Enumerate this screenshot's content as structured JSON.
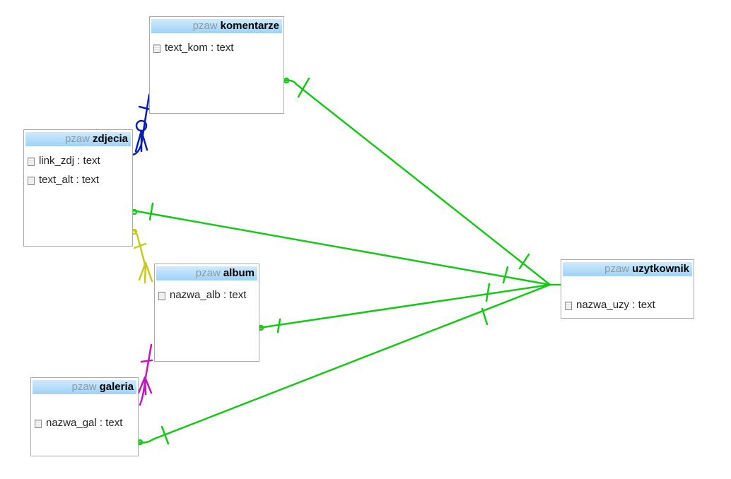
{
  "tables": [
    {
      "id": "komentarze",
      "prefix": "pzaw",
      "name": "komentarze",
      "columns": [
        {
          "name": "text_kom",
          "type": "text"
        }
      ]
    },
    {
      "id": "zdjecia",
      "prefix": "pzaw",
      "name": "zdjecia",
      "columns": [
        {
          "name": "link_zdj",
          "type": "text"
        },
        {
          "name": "text_alt",
          "type": "text"
        }
      ]
    },
    {
      "id": "album",
      "prefix": "pzaw",
      "name": "album",
      "columns": [
        {
          "name": "nazwa_alb",
          "type": "text"
        }
      ]
    },
    {
      "id": "galeria",
      "prefix": "pzaw",
      "name": "galeria",
      "columns": [
        {
          "name": "nazwa_gal",
          "type": "text"
        }
      ]
    },
    {
      "id": "uzytkownik",
      "prefix": "pzaw",
      "name": "uzytkownik",
      "columns": [
        {
          "name": "nazwa_uzy",
          "type": "text"
        }
      ]
    }
  ],
  "relations": [
    {
      "from": "komentarze",
      "to": "zdjecia",
      "color": "#0a1fb0"
    },
    {
      "from": "zdjecia",
      "to": "album",
      "color": "#c8c81e"
    },
    {
      "from": "album",
      "to": "galeria",
      "color": "#c018c0"
    },
    {
      "from": "komentarze",
      "to": "uzytkownik",
      "color": "#14c814"
    },
    {
      "from": "zdjecia",
      "to": "uzytkownik",
      "color": "#14c814"
    },
    {
      "from": "album",
      "to": "uzytkownik",
      "color": "#14c814"
    },
    {
      "from": "galeria",
      "to": "uzytkownik",
      "color": "#14c814"
    }
  ]
}
